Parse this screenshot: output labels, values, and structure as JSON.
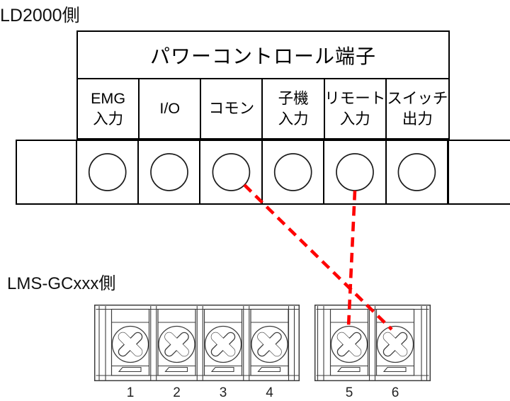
{
  "diagram": {
    "ld2000_side_label": "LD2000側",
    "lms_side_label": "LMS-GCxxx側"
  },
  "power_control_table": {
    "title": "パワーコントロール端子",
    "columns": [
      {
        "id": "emg-input",
        "label": "EMG\n入力"
      },
      {
        "id": "io",
        "label": "I/O"
      },
      {
        "id": "common",
        "label": "コモン"
      },
      {
        "id": "slave-input",
        "label": "子機\n入力"
      },
      {
        "id": "remote-input",
        "label": "リモート\n入力"
      },
      {
        "id": "switch-output",
        "label": "スイッチ\n出力"
      }
    ]
  },
  "terminal_block": {
    "numbers": [
      "1",
      "2",
      "3",
      "4",
      "5",
      "6"
    ]
  },
  "connections": [
    {
      "from": "コモン",
      "to": "6"
    },
    {
      "from": "リモート入力",
      "to": "5"
    }
  ],
  "colors": {
    "wire": "#fe0000",
    "table_line": "#000000",
    "block_line": "#3d3d3d"
  }
}
